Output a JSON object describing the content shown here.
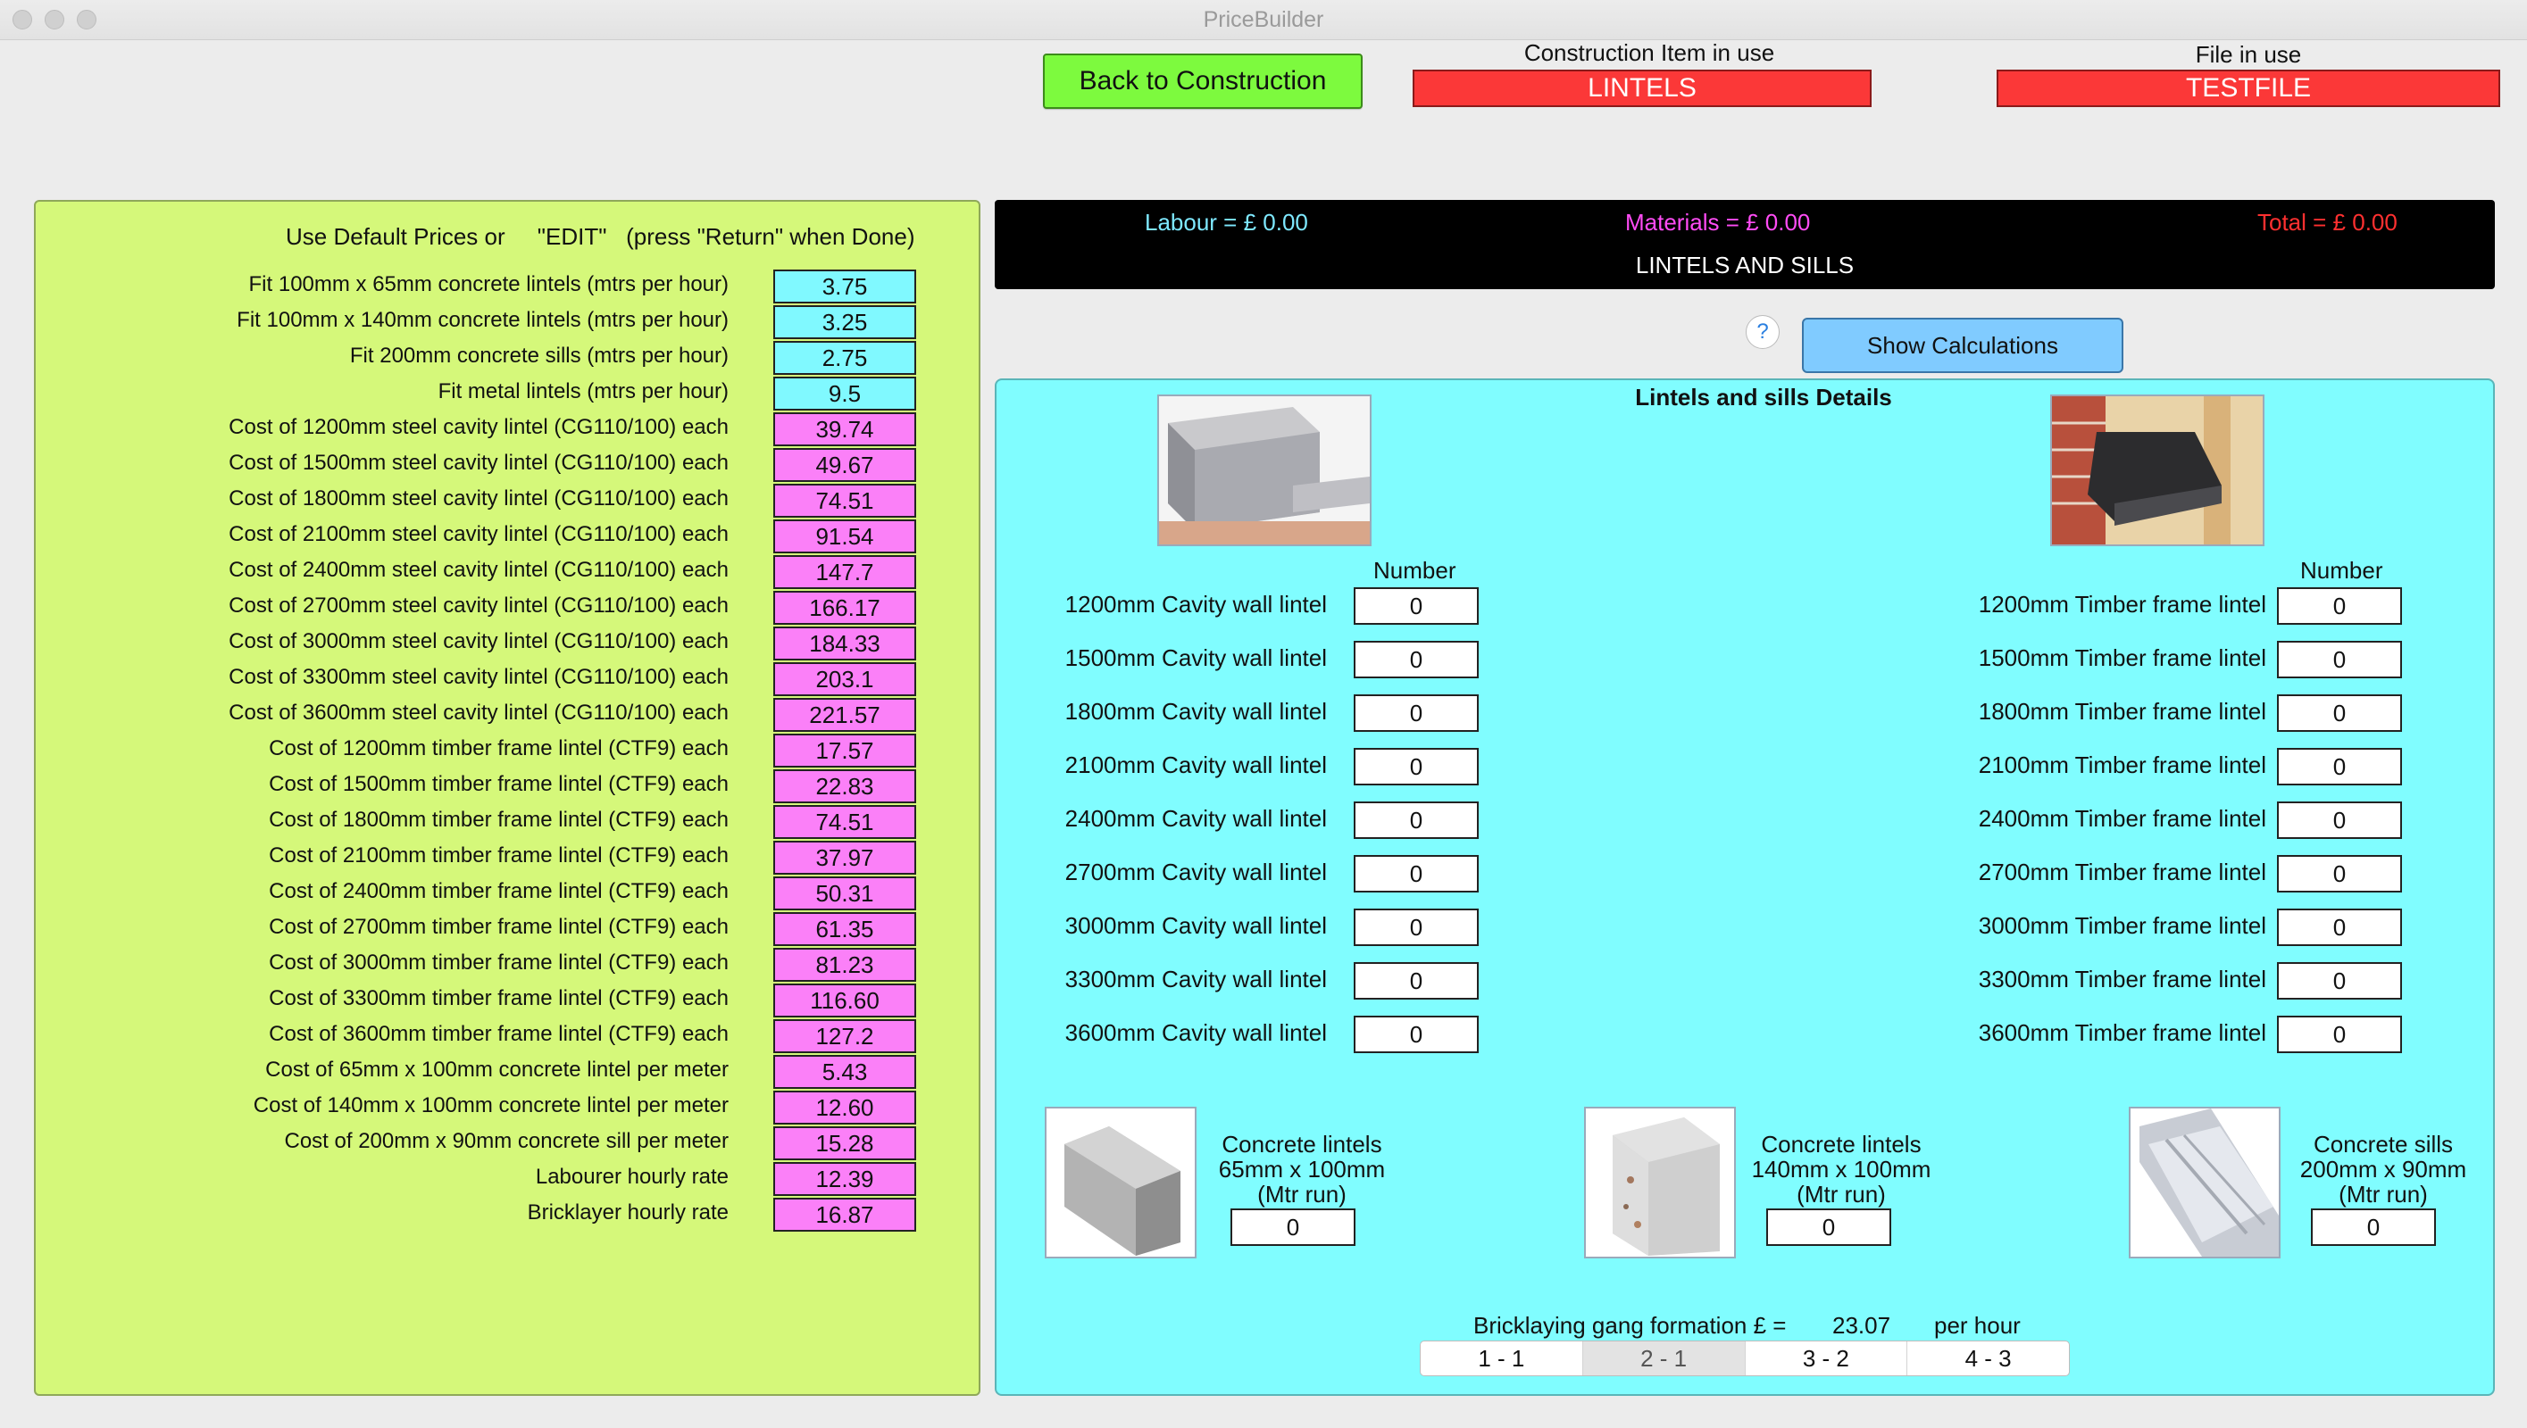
{
  "window": {
    "title": "PriceBuilder"
  },
  "top": {
    "back_button": "Back to Construction",
    "item_caption": "Construction Item in use",
    "item_value": "LINTELS",
    "file_caption": "File in use",
    "file_value": "TESTFILE"
  },
  "prices": {
    "heading": "Use Default Prices or     \"EDIT\"   (press \"Return\" when Done)",
    "rows": [
      {
        "label": "Fit 100mm x 65mm concrete lintels (mtrs per hour)",
        "value": "3.75",
        "kind": "rate"
      },
      {
        "label": "Fit 100mm x 140mm concrete lintels (mtrs per hour)",
        "value": "3.25",
        "kind": "rate"
      },
      {
        "label": "Fit 200mm concrete sills (mtrs per hour)",
        "value": "2.75",
        "kind": "rate"
      },
      {
        "label": "Fit metal lintels (mtrs per hour)",
        "value": "9.5",
        "kind": "rate"
      },
      {
        "label": "Cost of 1200mm steel cavity lintel (CG110/100) each",
        "value": "39.74",
        "kind": "cost"
      },
      {
        "label": "Cost of 1500mm steel cavity lintel (CG110/100) each",
        "value": "49.67",
        "kind": "cost"
      },
      {
        "label": "Cost of 1800mm steel cavity lintel (CG110/100) each",
        "value": "74.51",
        "kind": "cost"
      },
      {
        "label": "Cost of 2100mm steel cavity lintel (CG110/100) each",
        "value": "91.54",
        "kind": "cost"
      },
      {
        "label": "Cost of 2400mm steel cavity lintel (CG110/100) each",
        "value": "147.7",
        "kind": "cost"
      },
      {
        "label": "Cost of 2700mm steel cavity lintel (CG110/100) each",
        "value": "166.17",
        "kind": "cost"
      },
      {
        "label": "Cost of 3000mm steel cavity lintel (CG110/100) each",
        "value": "184.33",
        "kind": "cost"
      },
      {
        "label": "Cost of 3300mm steel cavity lintel (CG110/100) each",
        "value": "203.1",
        "kind": "cost"
      },
      {
        "label": "Cost of 3600mm steel cavity lintel (CG110/100) each",
        "value": "221.57",
        "kind": "cost"
      },
      {
        "label": "Cost of 1200mm timber frame lintel (CTF9) each",
        "value": "17.57",
        "kind": "cost"
      },
      {
        "label": "Cost of 1500mm timber frame lintel (CTF9) each",
        "value": "22.83",
        "kind": "cost"
      },
      {
        "label": "Cost of 1800mm timber frame lintel (CTF9) each",
        "value": "74.51",
        "kind": "cost"
      },
      {
        "label": "Cost of 2100mm timber frame lintel (CTF9) each",
        "value": "37.97",
        "kind": "cost"
      },
      {
        "label": "Cost of 2400mm timber frame lintel (CTF9) each",
        "value": "50.31",
        "kind": "cost"
      },
      {
        "label": "Cost of 2700mm timber frame lintel (CTF9) each",
        "value": "61.35",
        "kind": "cost"
      },
      {
        "label": "Cost of 3000mm timber frame lintel (CTF9) each",
        "value": "81.23",
        "kind": "cost"
      },
      {
        "label": "Cost of 3300mm timber frame lintel (CTF9) each",
        "value": "116.60",
        "kind": "cost"
      },
      {
        "label": "Cost of 3600mm timber frame lintel (CTF9) each",
        "value": "127.2",
        "kind": "cost"
      },
      {
        "label": "Cost of 65mm x 100mm concrete lintel per meter",
        "value": "5.43",
        "kind": "cost"
      },
      {
        "label": "Cost of 140mm x 100mm concrete lintel per meter",
        "value": "12.60",
        "kind": "cost"
      },
      {
        "label": "Cost of 200mm x 90mm concrete sill per meter",
        "value": "15.28",
        "kind": "cost"
      },
      {
        "label": "Labourer hourly rate",
        "value": "12.39",
        "kind": "cost"
      },
      {
        "label": "Bricklayer hourly rate",
        "value": "16.87",
        "kind": "cost"
      }
    ]
  },
  "totals": {
    "labour": "Labour = £  0.00",
    "materials": "Materials = £ 0.00",
    "total": "Total = £ 0.00",
    "section_title": "LINTELS AND SILLS",
    "labour_color": "#7ee8ff",
    "materials_color": "#ff4cf5",
    "total_color": "#ff3030"
  },
  "help_label": "?",
  "show_calculations": "Show Calculations",
  "details": {
    "title": "Lintels and sills Details",
    "number_heading": "Number",
    "cavity": [
      {
        "label": "1200mm Cavity wall lintel",
        "value": "0"
      },
      {
        "label": "1500mm Cavity wall lintel",
        "value": "0"
      },
      {
        "label": "1800mm Cavity wall lintel",
        "value": "0"
      },
      {
        "label": "2100mm Cavity wall lintel",
        "value": "0"
      },
      {
        "label": "2400mm Cavity wall lintel",
        "value": "0"
      },
      {
        "label": "2700mm Cavity wall lintel",
        "value": "0"
      },
      {
        "label": "3000mm Cavity wall lintel",
        "value": "0"
      },
      {
        "label": "3300mm Cavity wall lintel",
        "value": "0"
      },
      {
        "label": "3600mm Cavity wall lintel",
        "value": "0"
      }
    ],
    "timber": [
      {
        "label": "1200mm Timber frame lintel",
        "value": "0"
      },
      {
        "label": "1500mm Timber frame lintel",
        "value": "0"
      },
      {
        "label": "1800mm Timber frame lintel",
        "value": "0"
      },
      {
        "label": "2100mm Timber frame lintel",
        "value": "0"
      },
      {
        "label": "2400mm Timber frame lintel",
        "value": "0"
      },
      {
        "label": "2700mm Timber frame lintel",
        "value": "0"
      },
      {
        "label": "3000mm Timber frame lintel",
        "value": "0"
      },
      {
        "label": "3300mm Timber frame lintel",
        "value": "0"
      },
      {
        "label": "3600mm Timber frame lintel",
        "value": "0"
      }
    ],
    "concrete": [
      {
        "line1": "Concrete lintels",
        "line2": "65mm x 100mm",
        "line3": "(Mtr run)",
        "value": "0"
      },
      {
        "line1": "Concrete lintels",
        "line2": "140mm x 100mm",
        "line3": "(Mtr run)",
        "value": "0"
      },
      {
        "line1": "Concrete sills",
        "line2": "200mm x 90mm",
        "line3": "(Mtr run)",
        "value": "0"
      }
    ],
    "gang": {
      "label": "Bricklaying gang formation £ =",
      "value": "23.07",
      "unit": "per hour",
      "options": [
        "1 - 1",
        "2 - 1",
        "3 - 2",
        "4 - 3"
      ],
      "selected_index": 1
    }
  }
}
